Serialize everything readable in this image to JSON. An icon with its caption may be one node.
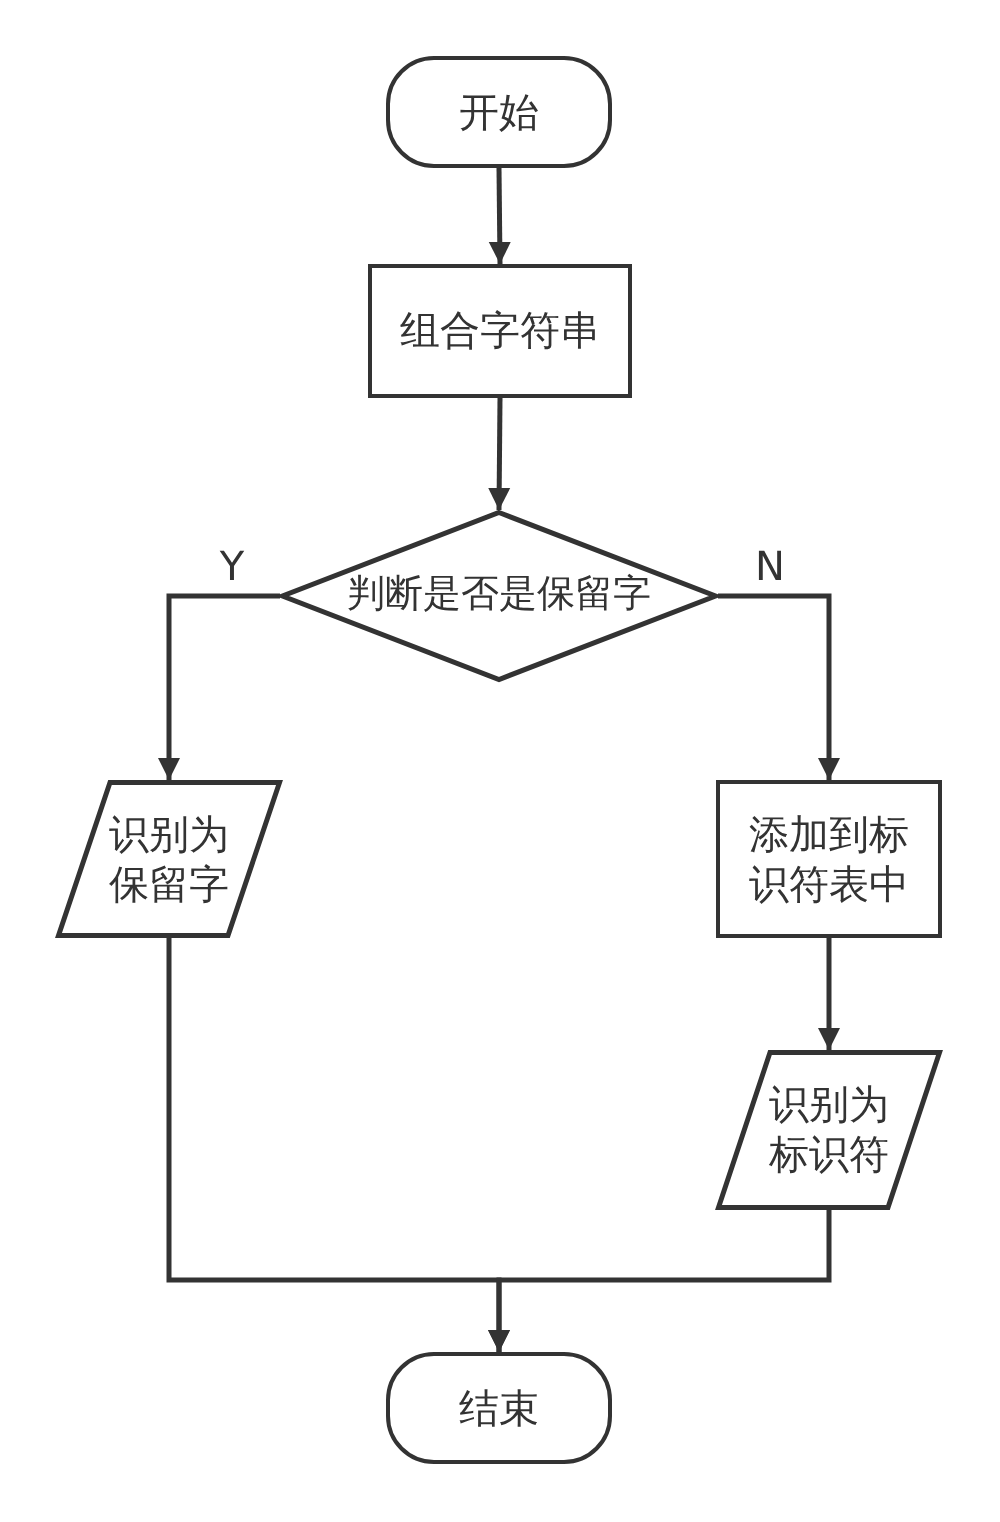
{
  "diagram": {
    "nodes": [
      {
        "text": [
          "开始"
        ]
      },
      {
        "text": [
          "组合字符串"
        ]
      },
      {
        "text": [
          "判断是否是保留字"
        ]
      },
      {
        "text": [
          "识别为保留字"
        ]
      },
      {
        "text": [
          "添加到标识符表中"
        ]
      },
      {
        "text": [
          "识别为标识符"
        ]
      },
      {
        "text": [
          "结束"
        ]
      }
    ],
    "edges": [
      {
        "from": 0,
        "to": 1,
        "arrow": "to"
      },
      {
        "from": 1,
        "to": 2,
        "arrow": "to"
      },
      {
        "from": 2,
        "to": 3,
        "arrow": "to",
        "label": "Y"
      },
      {
        "from": 2,
        "to": 4,
        "arrow": "to",
        "label": "N"
      },
      {
        "from": 4,
        "to": 5,
        "arrow": "to"
      },
      {
        "from": 3,
        "to": 6,
        "arrow": "to"
      },
      {
        "from": 5,
        "to": 6,
        "arrow": "to"
      }
    ]
  }
}
